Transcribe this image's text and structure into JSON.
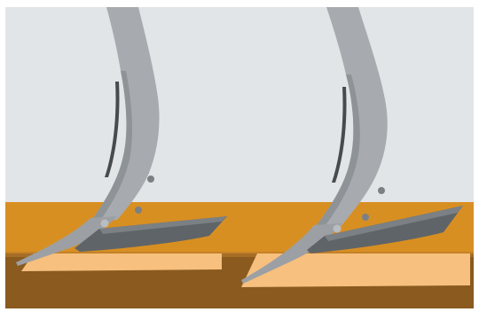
{
  "scene": {
    "kind": "illustration",
    "colors": {
      "sky": "#e2e5e7",
      "soil_top": "#d88f22",
      "soil_mid": "#b97a2c",
      "soil_deep": "#8a5a1f",
      "tilled_band": "#f7c07e",
      "tool_light": "#a7abaf",
      "tool_mid": "#8e9397",
      "tool_dark": "#5f6468",
      "tool_edge": "#474b4f"
    },
    "tools": [
      {
        "name": "subsoiler-left"
      },
      {
        "name": "subsoiler-right"
      }
    ]
  }
}
